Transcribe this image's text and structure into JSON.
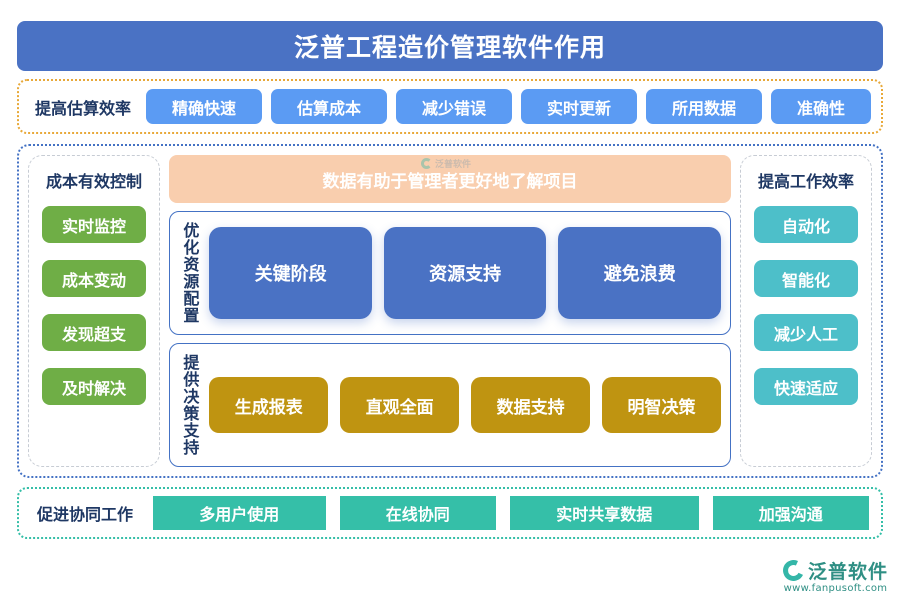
{
  "header": {
    "title": "泛普工程造价管理软件作用"
  },
  "estimate_row": {
    "label": "提高估算效率",
    "tags": [
      "精确快速",
      "估算成本",
      "减少错误",
      "实时更新",
      "所用数据",
      "准确性"
    ]
  },
  "left_panel": {
    "title": "成本有效控制",
    "items": [
      "实时监控",
      "成本变动",
      "发现超支",
      "及时解决"
    ]
  },
  "center": {
    "banner": "数据有助于管理者更好地了解项目",
    "groups": [
      {
        "label": "优化资源配置",
        "items": [
          "关键阶段",
          "资源支持",
          "避免浪费"
        ]
      },
      {
        "label": "提供决策支持",
        "items": [
          "生成报表",
          "直观全面",
          "数据支持",
          "明智决策"
        ]
      }
    ]
  },
  "right_panel": {
    "title": "提高工作效率",
    "items": [
      "自动化",
      "智能化",
      "减少人工",
      "快速适应"
    ]
  },
  "collab_row": {
    "label": "促进协同工作",
    "tags": [
      "多用户使用",
      "在线协同",
      "实时共享数据",
      "加强沟通"
    ]
  },
  "logo": {
    "name": "泛普软件",
    "url": "www.fanpusoft.com",
    "watermark_text": "泛普软件"
  },
  "colors": {
    "title_blue": "#4A72C4",
    "tag_blue": "#5B9BF3",
    "green": "#6FAE46",
    "teal": "#4DBFC9",
    "teal_dark": "#35BFA8",
    "gold": "#BF9411",
    "peach": "#F9CEAE",
    "navy_text": "#1F3864",
    "orange_border": "#E8A93A"
  }
}
